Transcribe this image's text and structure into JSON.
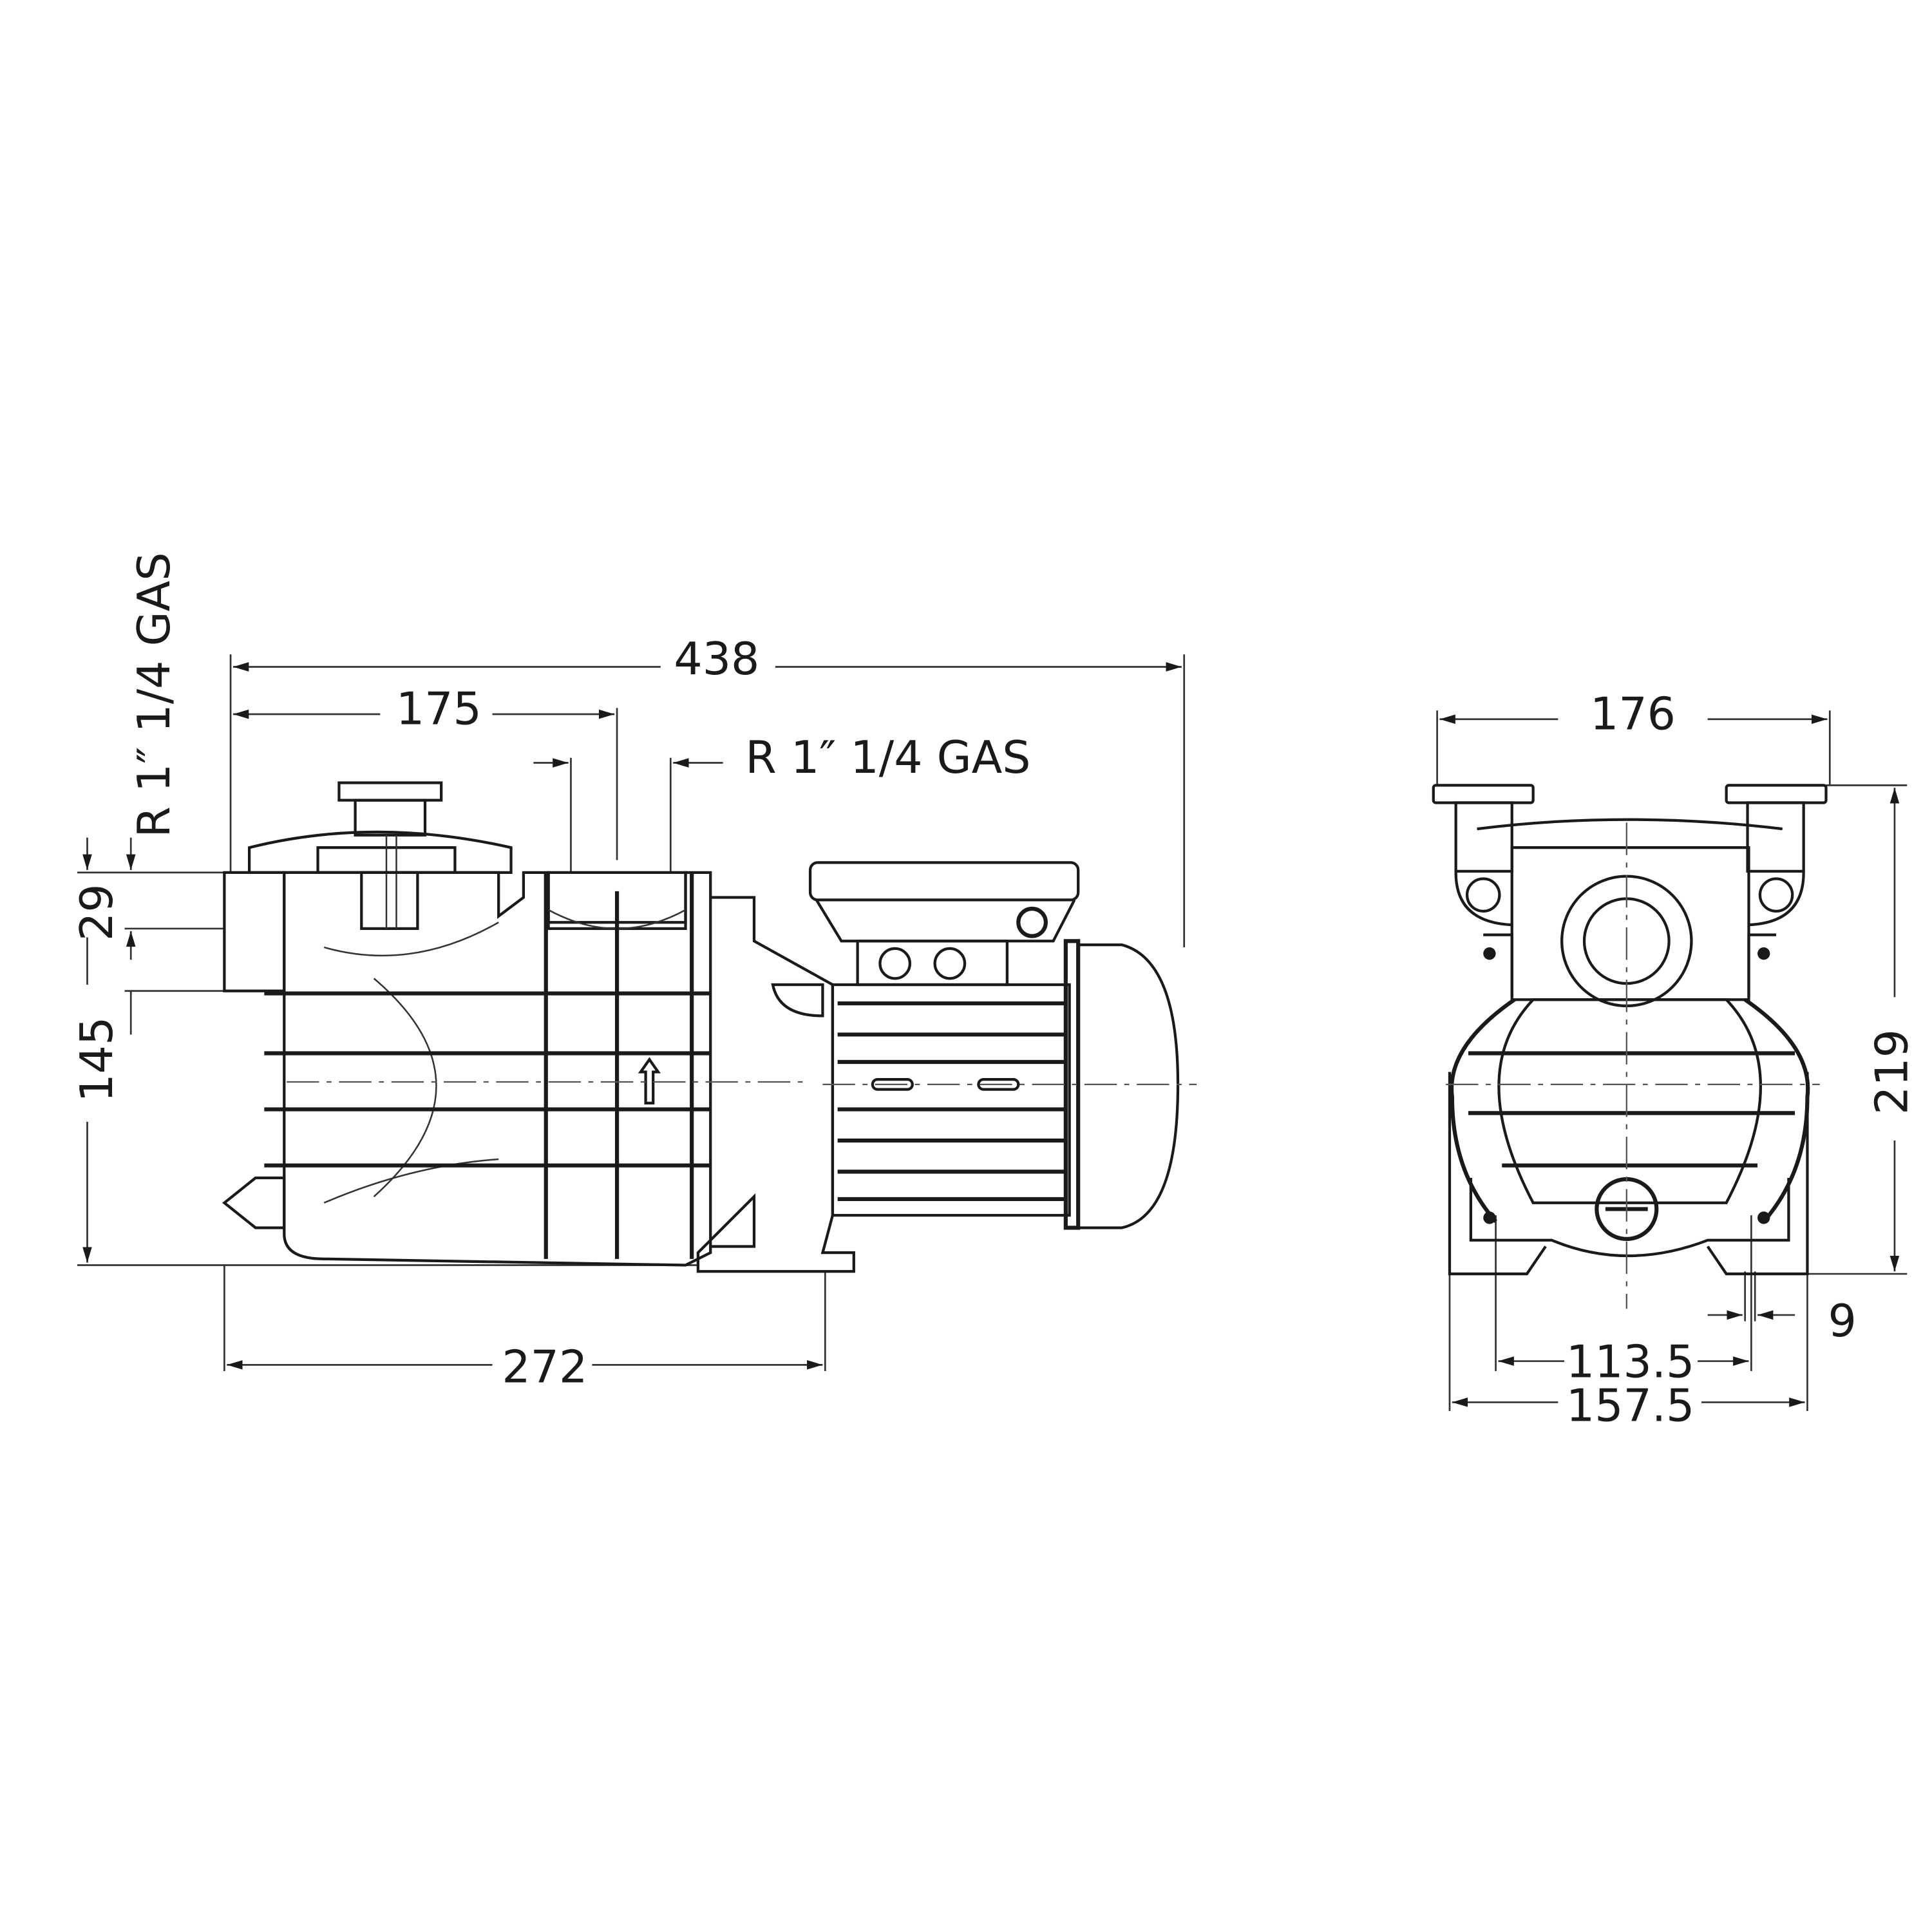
{
  "drawing": {
    "side_view": {
      "overall_length": "438",
      "inlet_to_outlet": "175",
      "outlet_connection": "R 1″ 1/4 GAS",
      "inlet_connection": "R 1″ 1/4 GAS",
      "inlet_offset": "29",
      "inlet_height": "145",
      "base_length": "272"
    },
    "front_view": {
      "overall_width": "176",
      "overall_height": "219",
      "foot_slot": "9",
      "mount_hole_spacing": "113.5",
      "base_width": "157.5"
    }
  }
}
